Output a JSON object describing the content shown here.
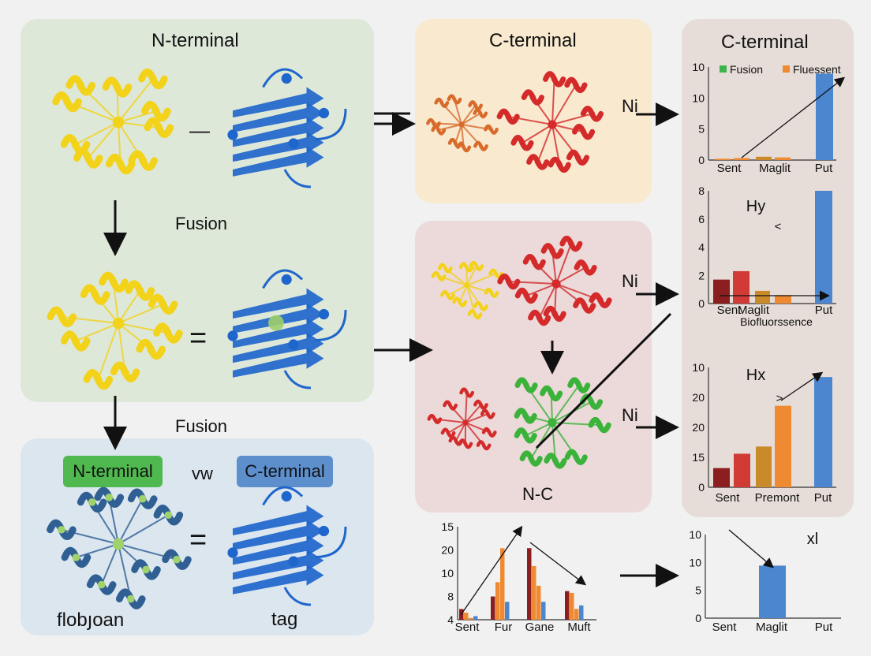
{
  "colors": {
    "panel_green": "#dde8d9",
    "panel_yellow": "#f8e9cf",
    "panel_pink": "#ecd9d9",
    "panel_gray": "#e6ddd8",
    "panel_blue": "#dbe6ef",
    "protein_yellow": "#f3d21a",
    "protein_blue": "#1f66cc",
    "protein_red": "#d42a2a",
    "protein_orange": "#d86a2a",
    "protein_green": "#3bb33b",
    "protein_steel": "#2f5f93",
    "bar_blue": "#4b86cf",
    "bar_orange": "#ef8a32",
    "bar_darkred": "#8b1f1f",
    "bar_red": "#d23b35",
    "bar_gold": "#c98a2a",
    "legend_green": "#3cb44b"
  },
  "labels": {
    "panel_nterm_title": "N-terminal",
    "dash_short": "—",
    "fusion_1": "Fusion",
    "equals_1": "=",
    "fusion_2": "Fusion",
    "pill_nterm": "N-terminal",
    "vw": "vw",
    "pill_cterm": "C-terminal",
    "equals_2": "=",
    "flobjoan": "flobյoan",
    "tag": "tag",
    "panel_cterm_title": "C-terminal",
    "ni_1": "Ni",
    "ni_2": "Ni",
    "ni_3": "Ni",
    "nc": "N-C",
    "right_panel_title": "C-terminal",
    "chart4_title": "xl"
  },
  "chart_data": [
    {
      "type": "bar",
      "legend": [
        "Fusion",
        "Fluessent"
      ],
      "categories": [
        "Sent",
        "Maglit",
        "Put"
      ],
      "y_ticks": [
        "0",
        "5",
        "10",
        "10"
      ],
      "values": [
        0.2,
        0.3,
        0.5,
        0.4,
        13
      ],
      "ylim": [
        0,
        14
      ]
    },
    {
      "type": "bar",
      "title": "Hy",
      "annotation": "<",
      "xlabel": "Biofluorssence",
      "categories": [
        "Sent",
        "Maglit",
        "Put"
      ],
      "y_ticks": [
        "0",
        "2",
        "4",
        "6",
        "8"
      ],
      "values": [
        1.7,
        2.3,
        0.9,
        0.6,
        8
      ],
      "ylim": [
        0,
        8
      ]
    },
    {
      "type": "bar",
      "title": "Hx",
      "annotation": ">",
      "categories": [
        "Sent",
        "Premont",
        "Put"
      ],
      "y_ticks": [
        "0",
        "15",
        "20",
        "20",
        "10"
      ],
      "values": [
        4,
        7,
        8.5,
        17,
        23
      ],
      "ylim": [
        0,
        25
      ]
    },
    {
      "type": "bar",
      "categories": [
        "Sent",
        "Fur",
        "Gane",
        "Muft"
      ],
      "y_ticks": [
        "4",
        "8",
        "10",
        "20",
        "15"
      ],
      "series": [
        {
          "values": [
            3,
            6.5,
            20,
            8
          ]
        },
        {
          "values": [
            2,
            10.5,
            15,
            7.5
          ]
        },
        {
          "values": [
            0.5,
            20,
            9.5,
            3
          ]
        },
        {
          "values": [
            1,
            5,
            5,
            4
          ]
        }
      ],
      "ylim": [
        0,
        26
      ]
    },
    {
      "type": "bar",
      "title": "xl",
      "categories": [
        "Sent",
        "Maglit",
        "Put"
      ],
      "y_ticks": [
        "0",
        "5",
        "10",
        "10"
      ],
      "values": [
        0,
        8.8,
        0
      ],
      "ylim": [
        0,
        14
      ]
    }
  ]
}
